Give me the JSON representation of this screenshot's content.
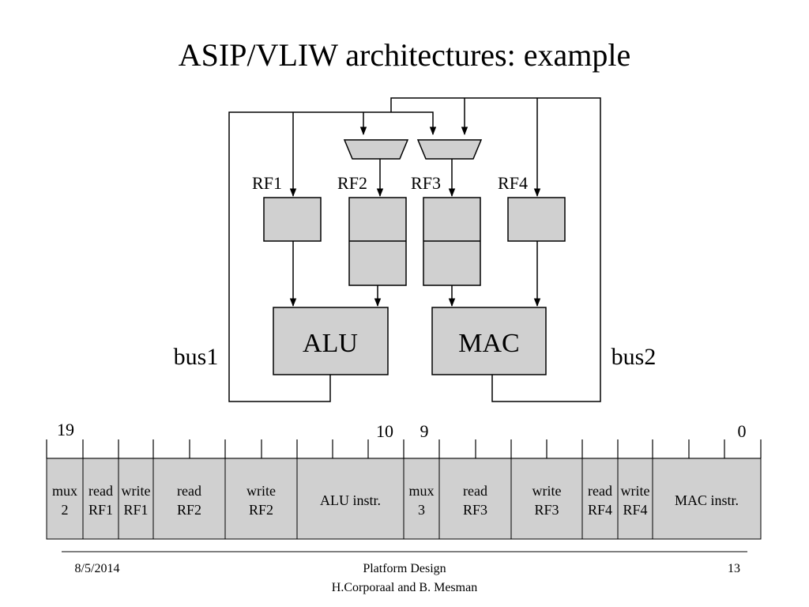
{
  "slide": {
    "title": "ASIP/VLIW architectures: example"
  },
  "diagram": {
    "registers": {
      "rf1": "RF1",
      "rf2": "RF2",
      "rf3": "RF3",
      "rf4": "RF4"
    },
    "units": {
      "alu": "ALU",
      "mac": "MAC"
    },
    "buses": {
      "bus1": "bus1",
      "bus2": "bus2"
    }
  },
  "instruction_format": {
    "bit_labels": {
      "b19": "19",
      "b10": "10",
      "b9": "9",
      "b0": "0"
    },
    "fields": [
      {
        "lines": [
          "mux",
          "2"
        ]
      },
      {
        "lines": [
          "read",
          "RF1"
        ]
      },
      {
        "lines": [
          "write",
          "RF1"
        ]
      },
      {
        "lines": [
          "read",
          "RF2"
        ]
      },
      {
        "lines": [
          "write",
          "RF2"
        ]
      },
      {
        "lines": [
          "ALU instr."
        ]
      },
      {
        "lines": [
          "mux",
          "3"
        ]
      },
      {
        "lines": [
          "read",
          "RF3"
        ]
      },
      {
        "lines": [
          "write",
          "RF3"
        ]
      },
      {
        "lines": [
          "read",
          "RF4"
        ]
      },
      {
        "lines": [
          "write",
          "RF4"
        ]
      },
      {
        "lines": [
          "MAC instr."
        ]
      }
    ]
  },
  "footer": {
    "date": "8/5/2014",
    "course": "Platform Design",
    "authors": "H.Corporaal and B. Mesman",
    "page": "13"
  },
  "colors": {
    "box_fill": "#d0d0d0",
    "line": "#000000"
  }
}
